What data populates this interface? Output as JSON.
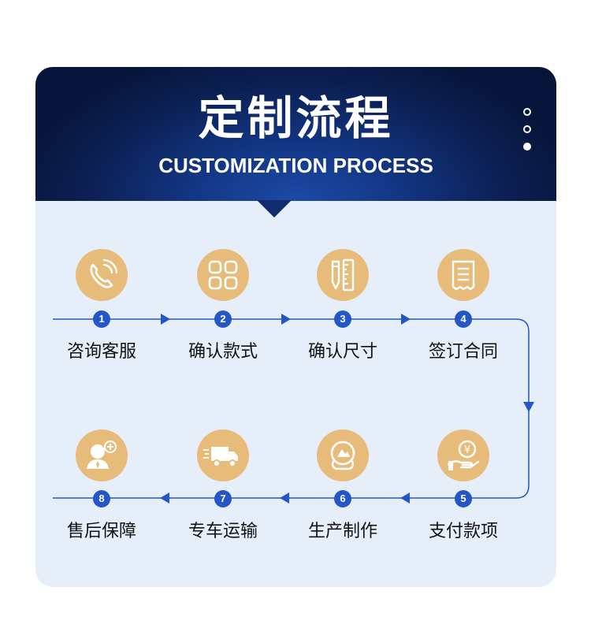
{
  "header": {
    "title": "定制流程",
    "subtitle": "CUSTOMIZATION PROCESS"
  },
  "colors": {
    "header_dark": "#07153a",
    "header_light": "#1c4aa6",
    "panel_bg": "#e6eff9",
    "icon_circle": "#e7bb7a",
    "flow_line": "#2456c6"
  },
  "steps": [
    {
      "number": "1",
      "label": "咨询客服",
      "icon": "phone-icon"
    },
    {
      "number": "2",
      "label": "确认款式",
      "icon": "grid-icon"
    },
    {
      "number": "3",
      "label": "确认尺寸",
      "icon": "ruler-pencil-icon"
    },
    {
      "number": "4",
      "label": "签订合同",
      "icon": "contract-icon"
    },
    {
      "number": "5",
      "label": "支付款项",
      "icon": "payment-hand-icon"
    },
    {
      "number": "6",
      "label": "生产制作",
      "icon": "production-icon"
    },
    {
      "number": "7",
      "label": "专车运输",
      "icon": "truck-icon"
    },
    {
      "number": "8",
      "label": "售后保障",
      "icon": "service-agent-icon"
    }
  ]
}
